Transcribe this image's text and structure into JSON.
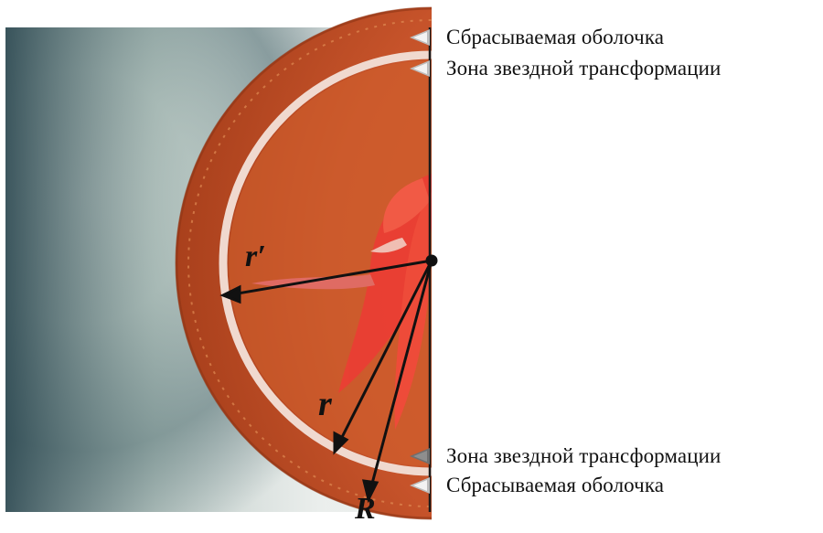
{
  "labels": {
    "outer_shell_top": "Сбрасываемая оболочка",
    "transform_zone_top": "Зона звездной трансформации",
    "transform_zone_bottom": "Зона звездной трансформации",
    "outer_shell_bottom": "Сбрасываемая оболочка"
  },
  "radii": {
    "inner": "r′",
    "middle": "r",
    "outer": "R"
  },
  "colors": {
    "background_dark": "#2f4a52",
    "background_light": "#eef0ef",
    "shell": "#c9552c",
    "shell_rim": "#b8481f",
    "zone_ring": "#f2dcd3",
    "core": "#e8432f",
    "divider": "#1a1a1a"
  }
}
